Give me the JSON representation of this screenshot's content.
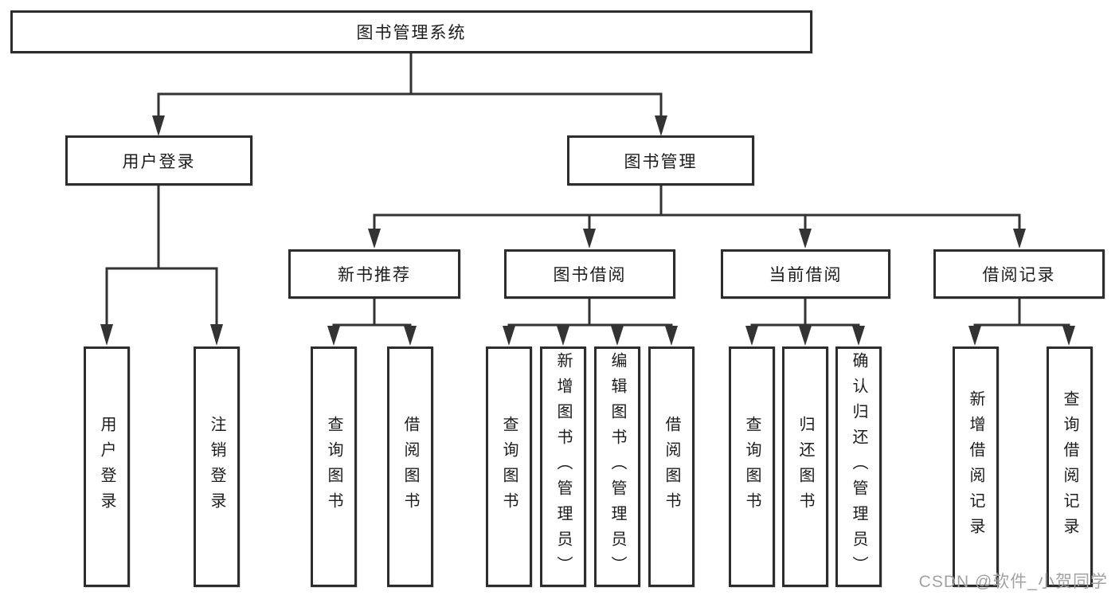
{
  "diagram": {
    "nodes": {
      "root": "图书管理系统",
      "user_login": "用户登录",
      "book_mgmt": "图书管理",
      "new_book_rec": "新书推荐",
      "book_borrow": "图书借阅",
      "current_borrow": "当前借阅",
      "borrow_record": "借阅记录",
      "leaf_ul_login": "用户登录",
      "leaf_ul_logout": "注销登录",
      "leaf_nb_query": "查询图书",
      "leaf_nb_borrow": "借阅图书",
      "leaf_bb_query": "查询图书",
      "leaf_bb_add": "新增图书（管理员）",
      "leaf_bb_edit": "编辑图书（管理员）",
      "leaf_bb_borrow": "借阅图书",
      "leaf_cb_query": "查询图书",
      "leaf_cb_return": "归还图书",
      "leaf_cb_confirm": "确认归还（管理员）",
      "leaf_br_add": "新增借阅记录",
      "leaf_br_query": "查询借阅记录"
    }
  },
  "watermark": {
    "text": "CSDN @软件_小贺同学"
  },
  "colors": {
    "line": "#333333",
    "box_border": "#2d2d2d",
    "text": "#1c1c1c",
    "watermark": "#a2a2a2",
    "background": "#ffffff"
  }
}
